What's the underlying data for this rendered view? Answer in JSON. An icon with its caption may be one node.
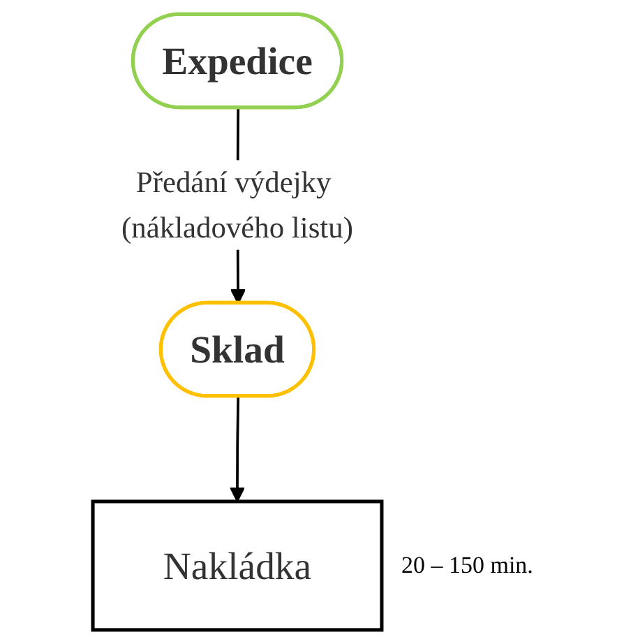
{
  "diagram": {
    "nodes": [
      {
        "text": [
          "Expedice"
        ]
      },
      {
        "text": [
          "Sklad"
        ]
      },
      {
        "text": [
          "Nakládka"
        ],
        "beside": [
          "20 – 150 min."
        ]
      }
    ],
    "edges": [
      {
        "from": 0,
        "to": 1,
        "arrow": "to",
        "label": "Předání výdejky (nákladového listu)"
      },
      {
        "from": 1,
        "to": 2,
        "arrow": "to"
      }
    ]
  }
}
